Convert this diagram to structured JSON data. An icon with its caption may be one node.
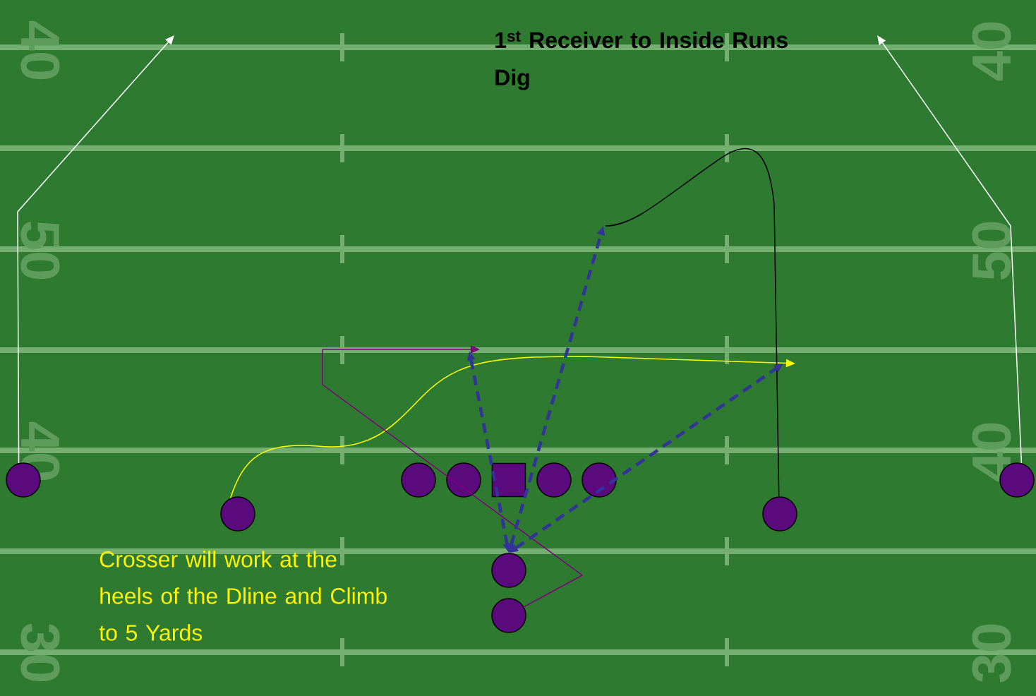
{
  "diagram": {
    "nodes": [
      {
        "text": [],
        "shape": "circle"
      },
      {
        "text": [],
        "shape": "circle"
      },
      {
        "text": [],
        "shape": "circle"
      },
      {
        "text": [],
        "shape": "circle"
      },
      {
        "text": [],
        "shape": "box"
      },
      {
        "text": [],
        "shape": "circle"
      },
      {
        "text": [],
        "shape": "circle"
      },
      {
        "text": [],
        "shape": "circle"
      },
      {
        "text": [],
        "shape": "circle"
      },
      {
        "text": [],
        "shape": "circle"
      },
      {
        "text": [],
        "shape": "circle"
      }
    ],
    "edges": [
      {
        "from": 0,
        "to": null,
        "arrow": "to",
        "color": "#ffffff"
      },
      {
        "from": 8,
        "to": null,
        "arrow": "to",
        "color": "#ffffff"
      },
      {
        "from": 1,
        "to": null,
        "arrow": "to",
        "color": "#ffff00"
      },
      {
        "from": 7,
        "to": null,
        "arrow": "none",
        "color": "#000000"
      },
      {
        "from": 10,
        "to": null,
        "arrow": "to",
        "color": "#800080"
      },
      {
        "from": 9,
        "to": null,
        "arrow": "both",
        "style": "dashed",
        "color": "#333399"
      },
      {
        "from": 9,
        "to": null,
        "arrow": "both",
        "style": "dashed",
        "color": "#333399"
      },
      {
        "from": 9,
        "to": null,
        "arrow": "both",
        "style": "dashed",
        "color": "#333399"
      }
    ],
    "labels": [
      "40",
      "50",
      "40",
      "30",
      "40",
      "50",
      "40",
      "30",
      "1$^{st}$ Receiver to Inside Runs Dig",
      "Crosser will work at the heels of the Dline and Climb to 5 Yards"
    ]
  }
}
